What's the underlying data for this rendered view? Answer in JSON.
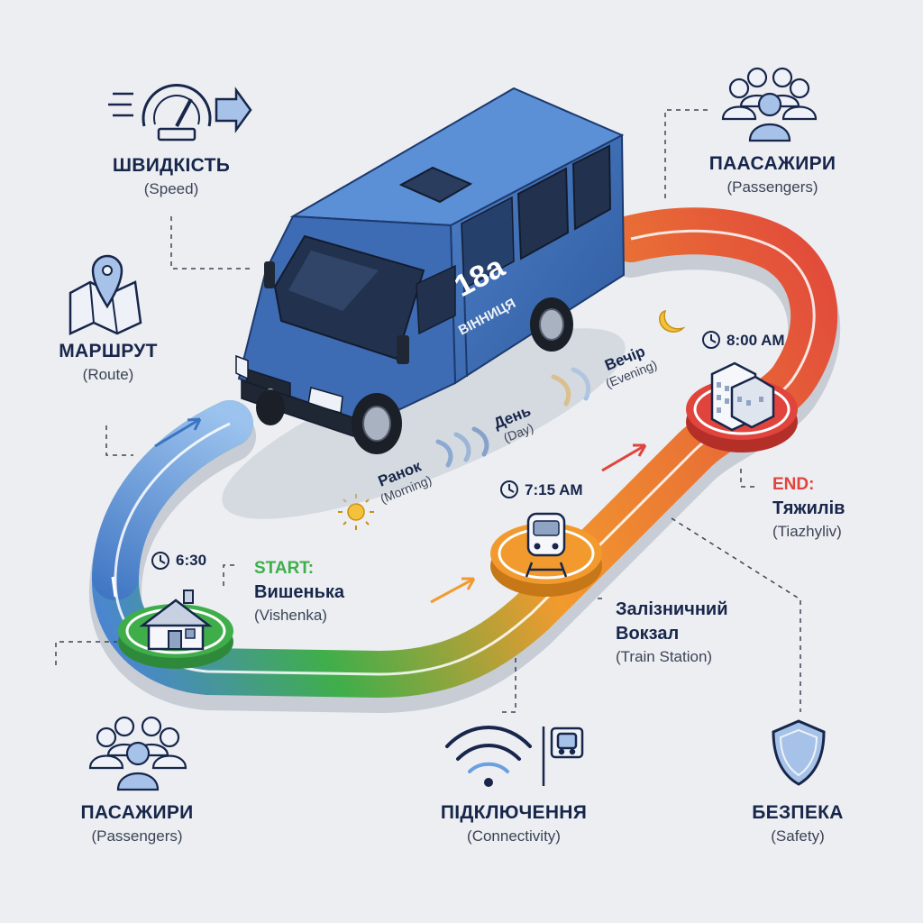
{
  "features": {
    "speed": {
      "title": "ШВИДКІСТЬ",
      "subtitle": "(Speed)",
      "icon": "speedometer-icon"
    },
    "passengers_top": {
      "title": "ПААСАЖИРИ",
      "subtitle": "(Passengers)",
      "icon": "people-group-icon"
    },
    "route": {
      "title": "МАРШРУТ",
      "subtitle": "(Route)",
      "icon": "map-pin-icon"
    },
    "passengers_bottom": {
      "title": "ПАСАЖИРИ",
      "subtitle": "(Passengers)",
      "icon": "people-group-icon"
    },
    "connectivity": {
      "title": "ПІДКЛЮЧЕННЯ",
      "subtitle": "(Connectivity)",
      "icon": "wifi-icon"
    },
    "safety": {
      "title": "БЕЗПЕКА",
      "subtitle": "(Safety)",
      "icon": "shield-icon"
    }
  },
  "bus": {
    "route_number": "18а",
    "city": "ВІННИЦЯ",
    "color": "#3e6cb4"
  },
  "stops": {
    "start": {
      "tag": "START:",
      "name": "Вишенька",
      "name_en": "(Vishenka)",
      "time": "6:30",
      "icon": "house-icon",
      "color": "#3fae4a"
    },
    "station": {
      "name_line1": "Залізничний",
      "name_line2": "Вокзал",
      "name_en": "(Train Station)",
      "time": "7:15 AM",
      "icon": "train-icon",
      "color": "#f29a2e"
    },
    "end": {
      "tag": "END:",
      "name": "Тяжилів",
      "name_en": "(Tiazhyliv)",
      "time": "8:00 AM",
      "icon": "building-icon",
      "color": "#e0443c"
    }
  },
  "times_of_day": [
    {
      "word": "Ранок",
      "en": "(Morning)"
    },
    {
      "word": "День",
      "en": "(Day)"
    },
    {
      "word": "Вечір",
      "en": "(Evening)"
    }
  ],
  "colors": {
    "blue": "#4a86d0",
    "green": "#3fae4a",
    "orange": "#f29a2e",
    "red": "#e0443c",
    "navy": "#17264a"
  }
}
